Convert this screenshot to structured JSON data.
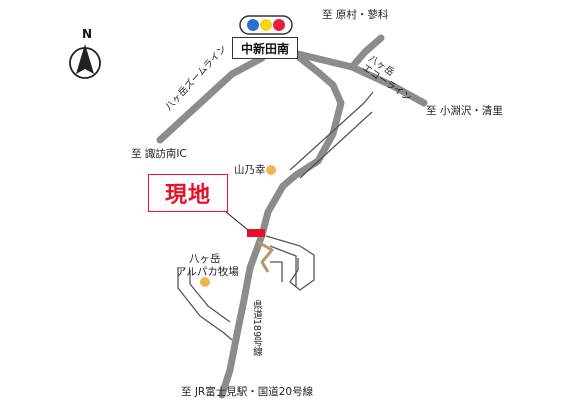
{
  "compass": {
    "letter": "N"
  },
  "signal": {
    "colors": [
      "#2a6fd6",
      "#f3d51a",
      "#e5203a"
    ]
  },
  "junction": {
    "name": "中新田南"
  },
  "site": {
    "label": "現地",
    "color": "#e8102a"
  },
  "roads": {
    "yatsugatake_zoom_line": "八ヶ岳ズームライン",
    "yatsugatake_eco_line": "八ヶ岳\nエコーライン",
    "prefectural_189": "県道189号線"
  },
  "destinations": {
    "top": "至 原村・蓼科",
    "right": "至 小淵沢・清里",
    "left": "至 諏訪南IC",
    "bottom": "至 JR富士見駅・国道20号線"
  },
  "landmarks": {
    "temple": "山乃幸",
    "alpaca_farm_line1": "八ヶ岳",
    "alpaca_farm_line2": "アルパカ牧場",
    "marker_color": "#f0b552"
  }
}
